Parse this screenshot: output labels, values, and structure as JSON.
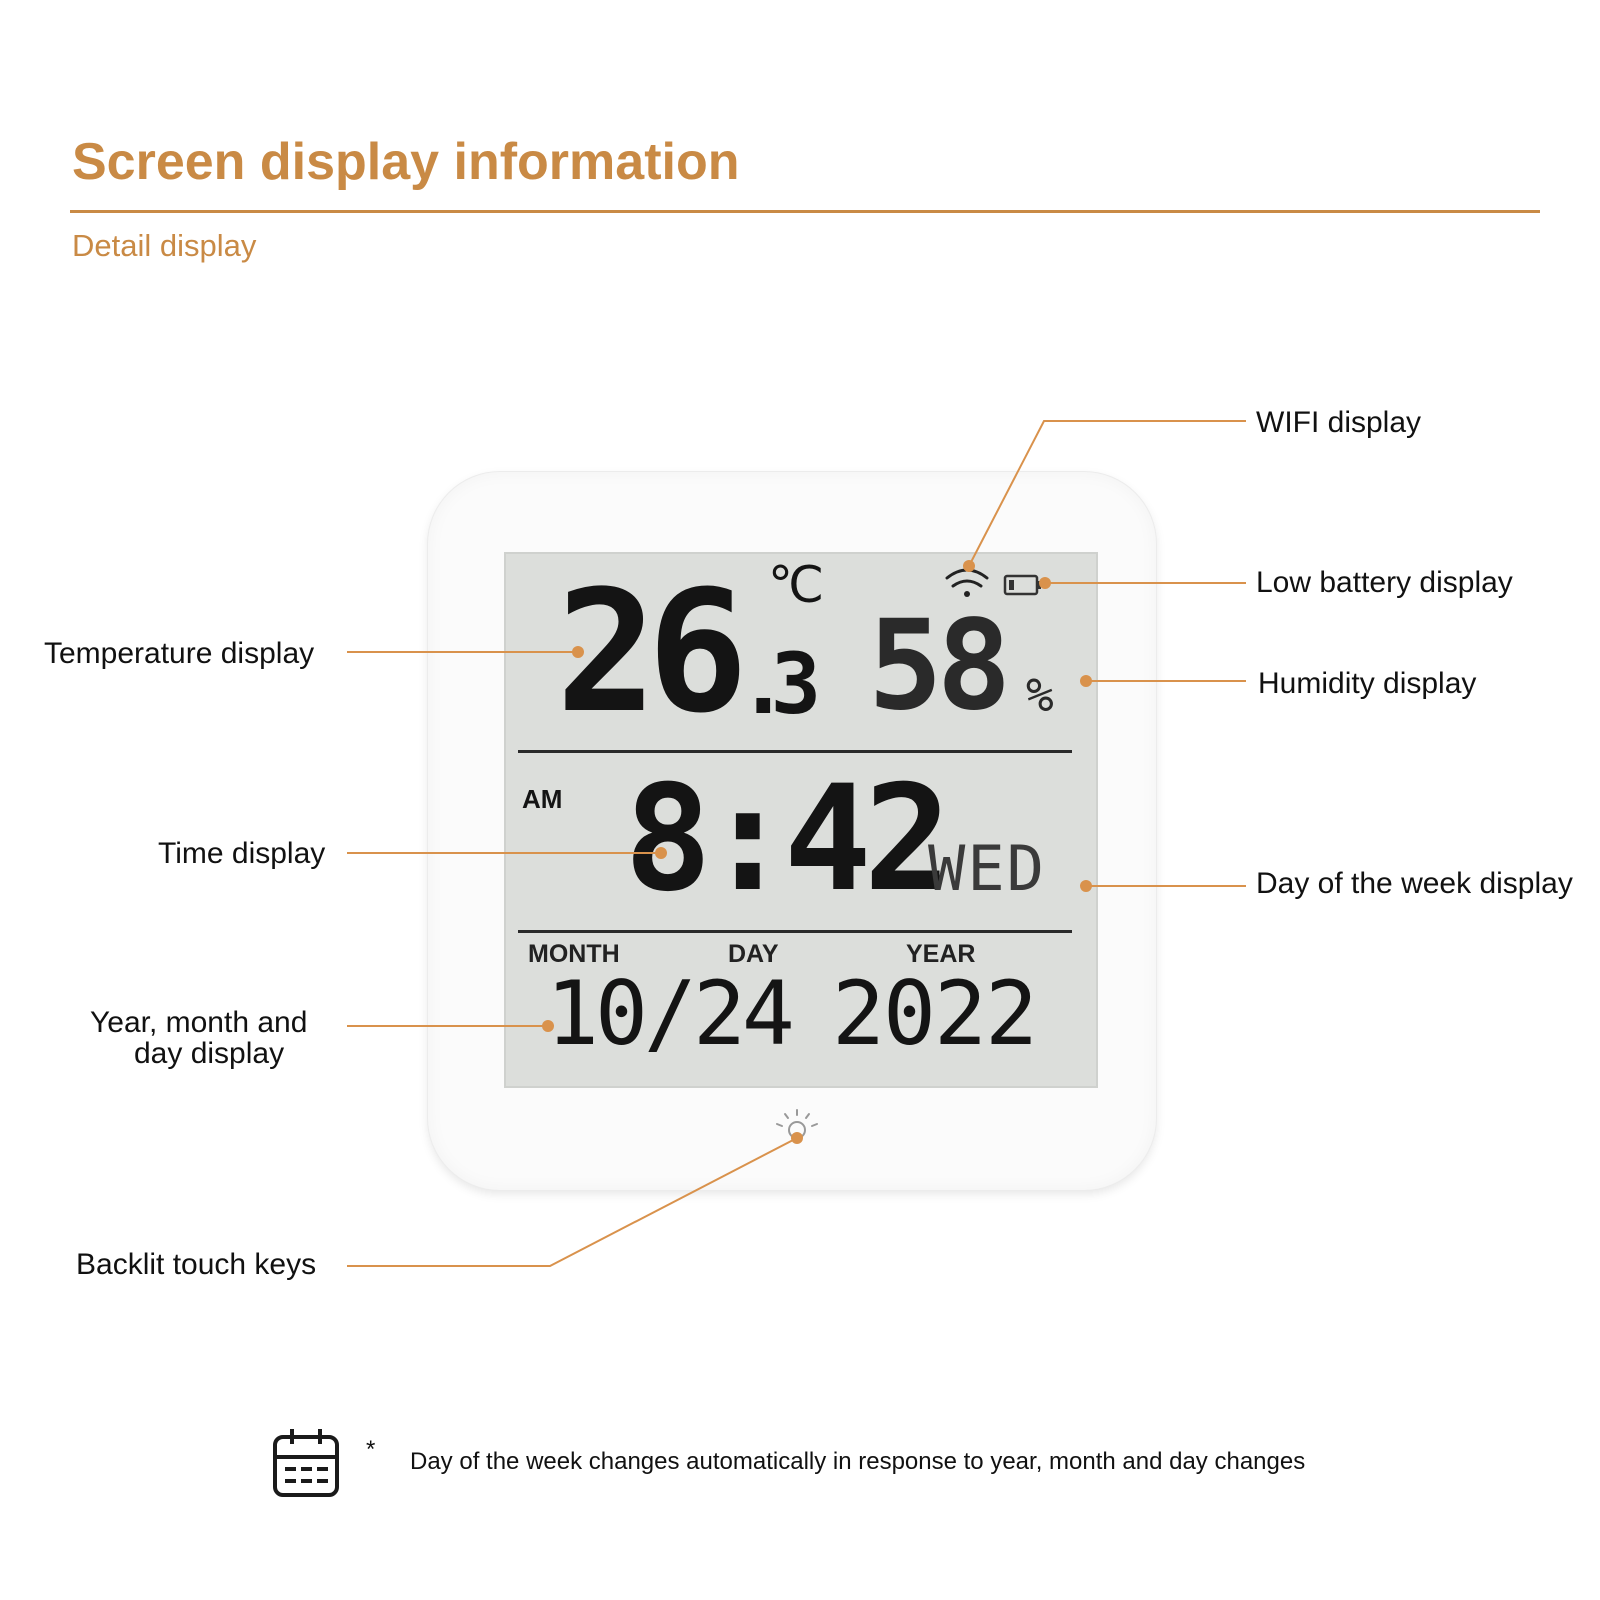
{
  "header": {
    "title": "Screen display information",
    "subtitle": "Detail display"
  },
  "colors": {
    "accent": "#c98a45",
    "lcd": "#dcdedb"
  },
  "lcd": {
    "temperature_int": "26",
    "temperature_dec": ".3",
    "temperature_unit": "℃",
    "humidity": "58",
    "humidity_unit": "%",
    "meridiem": "AM",
    "time": "8:42",
    "weekday": "WED",
    "month_label": "MONTH",
    "day_label": "DAY",
    "year_label": "YEAR",
    "date": "10/24",
    "year": "2022"
  },
  "callouts": {
    "wifi": "WIFI display",
    "battery": "Low battery display",
    "humidity": "Humidity display",
    "temperature": "Temperature display",
    "time": "Time display",
    "weekday": "Day of the week display",
    "date_line1": "Year, month and",
    "date_line2": "day display",
    "backlight": "Backlit touch keys"
  },
  "footer": {
    "icon": "calendar-icon",
    "asterisk": "*",
    "note": "Day of the week changes automatically in response to year, month and day changes"
  }
}
